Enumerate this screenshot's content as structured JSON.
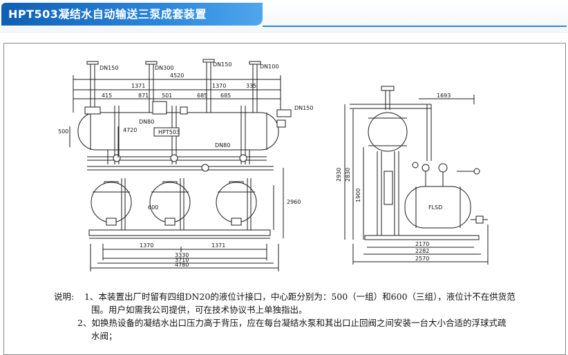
{
  "header": {
    "title": "HPT503凝结水自动输送三泵成套装置"
  },
  "drawing": {
    "left_view": {
      "top_dims": [
        "DN150",
        "DN300",
        "DN150",
        "DN100"
      ],
      "dim_4520": "4520",
      "dim_1371": "1371",
      "dim_1370": "1370",
      "dim_335": "335",
      "dim_415": "415",
      "dim_871": "871",
      "dim_501": "501",
      "dim_685a": "685",
      "dim_685b": "685",
      "dim_500": "500",
      "dim_4720": "4720",
      "dim_600": "600",
      "dim_2960": "2960",
      "dim_1370_bottom": "1370",
      "dim_1371_bottom": "1371",
      "dim_3330": "3330",
      "dim_3710": "3710",
      "dim_4780": "4780",
      "dn150_side": "DN150",
      "dn80": "DN80",
      "dn80_center": "DN80",
      "tank_label": "HPT503"
    },
    "right_view": {
      "dim_1693": "1693",
      "dim_2930": "2930",
      "dim_2830": "2830",
      "dim_1900": "1900",
      "dim_2170": "2170",
      "dim_2282": "2282",
      "dim_2570": "2570",
      "vessel_label": "FLSD"
    }
  },
  "notes": {
    "label": "说明:",
    "item1_line1": "1、本装置出厂时留有四组DN20的液位计接口，中心距分别为：500（一组）和600（三组），液位计不在供货范",
    "item1_line2": "围。用户如需我公司提供，可在技术协议书上单独指出。",
    "item2_line1": "2、如换热设备的凝结水出口压力高于背压，应在每台凝结水泵和其出口止回阀之间安装一台大小合适的浮球式疏",
    "item2_line2": "水阀；"
  }
}
